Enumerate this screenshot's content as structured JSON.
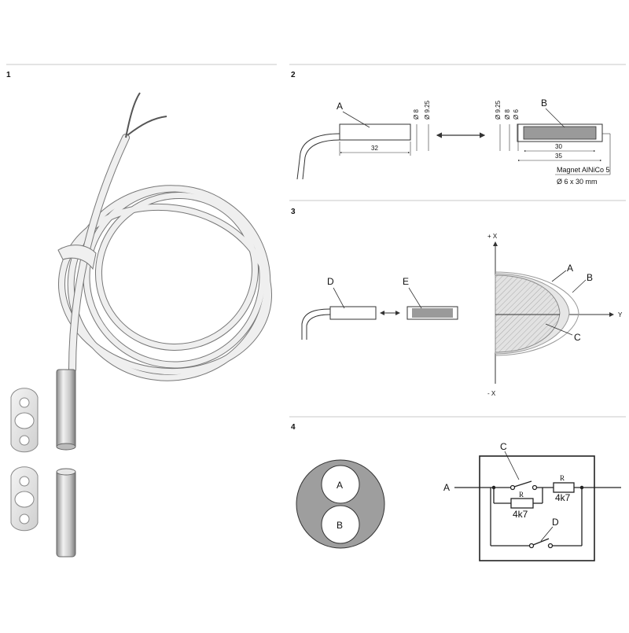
{
  "panels": [
    {
      "number": "1"
    },
    {
      "number": "2"
    },
    {
      "number": "3"
    },
    {
      "number": "4"
    }
  ],
  "panel2": {
    "label_a": "A",
    "label_b": "B",
    "dim_a_length": "32",
    "dim_a_d1": "Ø 8",
    "dim_a_d2": "Ø 9.25",
    "dim_b_d1": "Ø 9.25",
    "dim_b_d2": "Ø 8",
    "dim_b_d3": "Ø 6",
    "dim_b_inner": "30",
    "dim_b_outer": "35",
    "magnet_line1": "Magnet AlNiCo 5",
    "magnet_line2": "Ø 6 x 30 mm"
  },
  "panel3": {
    "label_d": "D",
    "label_e": "E",
    "axis_plus_x": "+ X",
    "axis_minus_x": "- X",
    "axis_y": "Y",
    "curve_a": "A",
    "curve_b": "B",
    "curve_c": "C"
  },
  "panel4": {
    "contact_a": "A",
    "contact_b": "B",
    "terminal_a": "A",
    "switch_c": "C",
    "switch_d": "D",
    "resistor_r1": "R",
    "resistor_r1_value": "4k7",
    "resistor_r2": "R",
    "resistor_r2_value": "4k7"
  },
  "colors": {
    "line": "#333333",
    "divider": "#c8c8c8",
    "magnet_fill": "#9a9a9a",
    "circle_fill": "#9e9e9e",
    "hatch_fill": "#d6d6d6"
  }
}
